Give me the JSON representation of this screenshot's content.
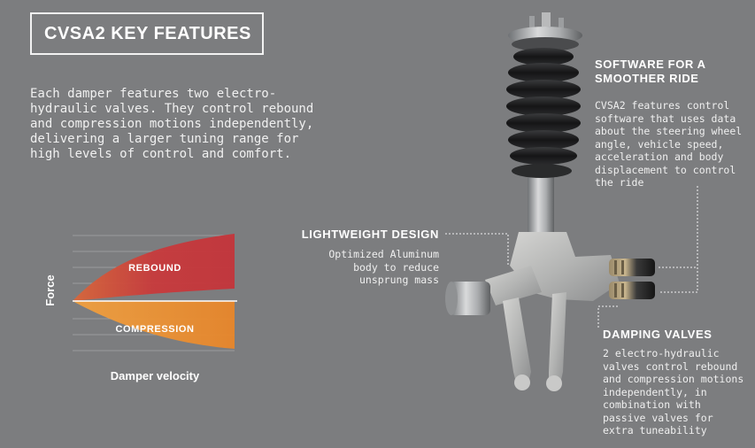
{
  "title": "CVSA2 KEY FEATURES",
  "intro": "Each damper features two electro-hydraulic valves. They control rebound and compression motions independently, delivering a larger tuning range for high levels of control and comfort.",
  "chart_data": {
    "type": "area",
    "ylabel": "Force",
    "xlabel": "Damper velocity",
    "regions": [
      "REBOUND",
      "COMPRESSION"
    ],
    "colors": {
      "rebound": "#c8363b",
      "compression": "#ef8a2a"
    }
  },
  "callouts": {
    "software": {
      "heading": "SOFTWARE FOR A SMOOTHER RIDE",
      "body": "CVSA2 features control software that uses data about the steering wheel angle, vehicle speed, acceleration and body displacement to control the ride"
    },
    "lightweight": {
      "heading": "LIGHTWEIGHT DESIGN",
      "body": "Optimized Aluminum body to reduce unsprung mass"
    },
    "valves": {
      "heading": "DAMPING VALVES",
      "body": "2 electro-hydraulic valves control rebound and compression motions independently, in combination with passive valves for extra tuneability"
    }
  }
}
